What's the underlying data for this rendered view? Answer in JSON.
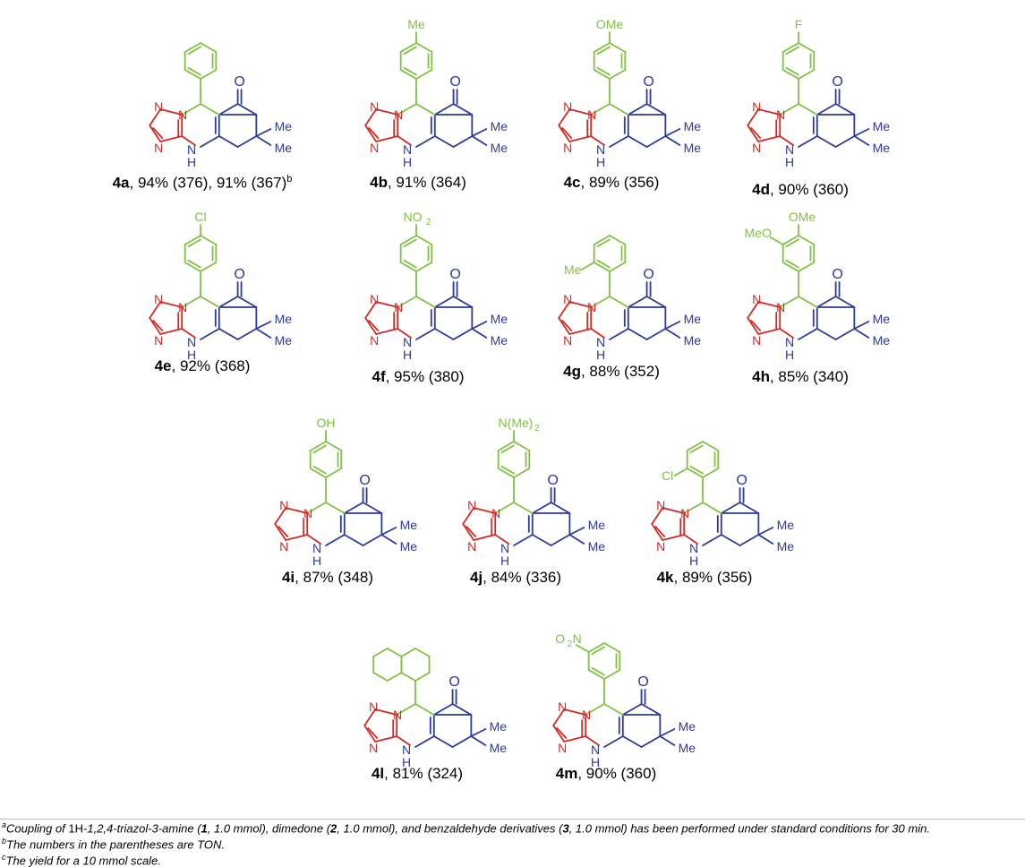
{
  "colors": {
    "triazole": "#d42a24",
    "aryl": "#7fc241",
    "dimedone": "#2b3a9c"
  },
  "atom_labels": {
    "n": "N",
    "nh": "N",
    "h": "H",
    "o": "O",
    "me": "Me",
    "substituents": {
      "me": "Me",
      "ome": "OMe",
      "f": "F",
      "cl": "Cl",
      "no2": "NO",
      "no2_sub": "2",
      "meo": "MeO",
      "oh": "OH",
      "nme2": "N(Me)",
      "nme2_sub": "2",
      "o2n": "O",
      "o2n_sub": "2",
      "o2n_tail": "N"
    }
  },
  "compounds": [
    {
      "id": "4a",
      "caption_rest": ", 94% (376), 91% (367)",
      "caption_sup": "b"
    },
    {
      "id": "4b",
      "caption_rest": ", 91% (364)"
    },
    {
      "id": "4c",
      "caption_rest": ", 89% (356)"
    },
    {
      "id": "4d",
      "caption_rest": ", 90% (360)"
    },
    {
      "id": "4e",
      "caption_rest": ", 92% (368)"
    },
    {
      "id": "4f",
      "caption_rest": ", 95% (380)"
    },
    {
      "id": "4g",
      "caption_rest": ", 88% (352)"
    },
    {
      "id": "4h",
      "caption_rest": ", 85% (340)"
    },
    {
      "id": "4i",
      "caption_rest": ", 87% (348)"
    },
    {
      "id": "4j",
      "caption_rest": ", 84% (336)"
    },
    {
      "id": "4k",
      "caption_rest": ", 89% (356)"
    },
    {
      "id": "4l",
      "caption_rest": ", 81% (324)"
    },
    {
      "id": "4m",
      "caption_rest": ", 90% (360)"
    }
  ],
  "footnotes": {
    "a": {
      "mark": "a",
      "t1": "Coupling of ",
      "t2": "1H",
      "t3": "-1,2,4-triazol-3-amine (",
      "b1": "1",
      "t4": ", 1.0 mmol), dimedone (",
      "b2": "2",
      "t5": ", 1.0 mmol), and benzaldehyde derivatives (",
      "b3": "3",
      "t6": ", 1.0 mmol) has been performed under standard conditions for 30 min."
    },
    "b": {
      "mark": "b",
      "text": "The numbers in the parentheses are TON."
    },
    "c": {
      "mark": "c",
      "text": "The yield for a 10 mmol scale."
    }
  }
}
